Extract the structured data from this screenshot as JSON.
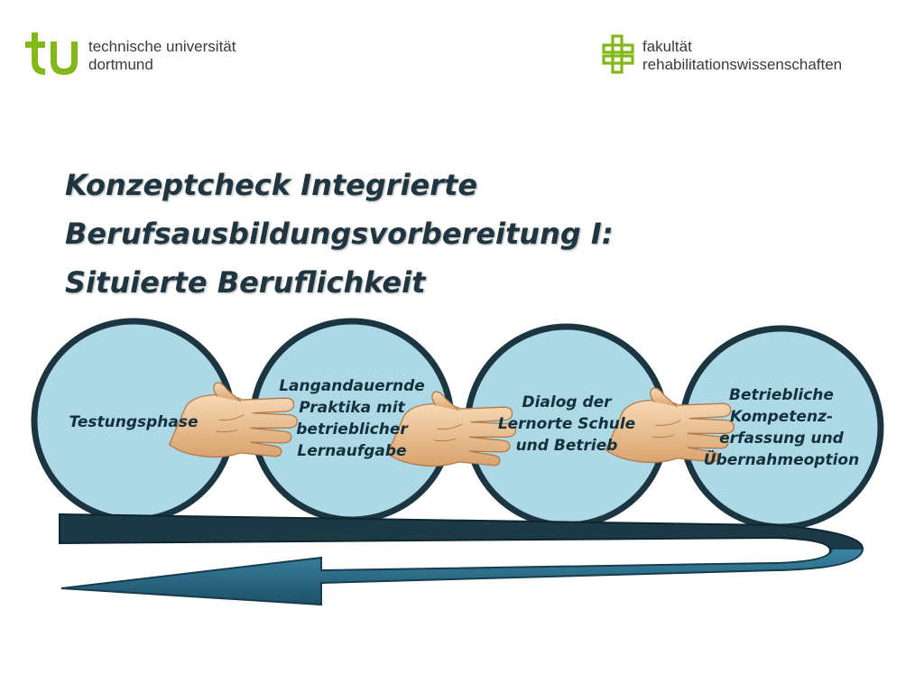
{
  "header": {
    "university": {
      "logo_text": "tu",
      "line1": "technische universität",
      "line2": "dortmund"
    },
    "faculty": {
      "line1": "fakultät",
      "line2": "rehabilitationswissenschaften"
    }
  },
  "title": {
    "line1": "Konzeptcheck Integrierte",
    "line2": "Berufsausbildungsvorbereitung I:",
    "line3": "Situierte Beruflichkeit"
  },
  "phases": [
    {
      "lines": [
        "Testungsphase"
      ]
    },
    {
      "lines": [
        "Langandauernde",
        "Praktika mit",
        "betrieblicher",
        "Lernaufgabe"
      ]
    },
    {
      "lines": [
        "Dialog der",
        "Lernorte Schule",
        "und Betrieb"
      ]
    },
    {
      "lines": [
        "Betriebliche",
        "Kompetenz-",
        "erfassung und",
        "Übernahmeoption"
      ]
    }
  ],
  "colors": {
    "tu_green": "#83b818",
    "circle_fill": "#add8e6",
    "circle_stroke": "#1b3640",
    "band_dark": "#1b3a46",
    "arrow_blue": "#2b6a85",
    "hand_skin": "#f2c79a",
    "title_text": "#1f3641"
  },
  "icons": [
    "tu-logo-icon",
    "faculty-cross-icon",
    "hand-icon"
  ]
}
